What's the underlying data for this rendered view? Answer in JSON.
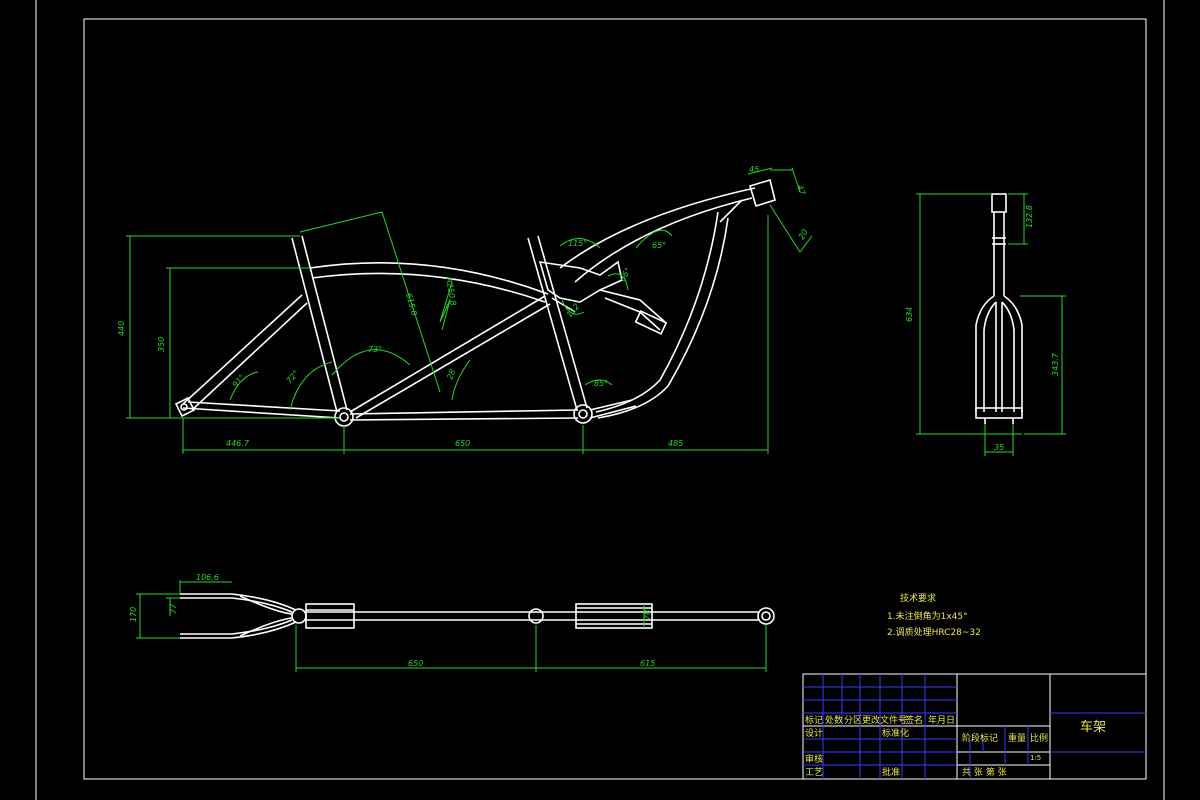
{
  "dims": {
    "d_446_7": "446.7",
    "d_650": "650",
    "d_485": "485",
    "d_440": "440",
    "d_350": "350",
    "d_615_8": "615.8",
    "d_250_8": "R250.8",
    "d_45": "45",
    "d_20": "20",
    "d_47": "47",
    "d_28": "28",
    "a_91": "91°",
    "a_72": "72°",
    "a_73": "73°",
    "a_115": "115°",
    "a_65": "65°",
    "a_66": "66°",
    "a_112": "112°",
    "a_85": "85°",
    "fork_634": "634",
    "fork_132_8": "132.8",
    "fork_343_7": "343.7",
    "fork_35": "35",
    "top_106_6": "106.6",
    "top_170": "170",
    "top_77": "77",
    "top_650": "650",
    "top_615": "615",
    "top_78": "78"
  },
  "notes": {
    "title": "技术要求",
    "line1": "1.未注倒角为1x45°",
    "line2": "2.调质处理HRC28~32"
  },
  "titleblock": {
    "h1": "标记",
    "h2": "处数",
    "h3": "分区",
    "h4": "更改文件号",
    "h5": "签名",
    "h6": "年月日",
    "design": "设计",
    "standard": "标准化",
    "stage": "阶段标记",
    "weight": "重量",
    "scale": "比例",
    "review": "审核",
    "process": "工艺",
    "approve": "批准",
    "sheets": "共  张  第  张",
    "scale_val": "1:5",
    "part_name": "车架"
  }
}
